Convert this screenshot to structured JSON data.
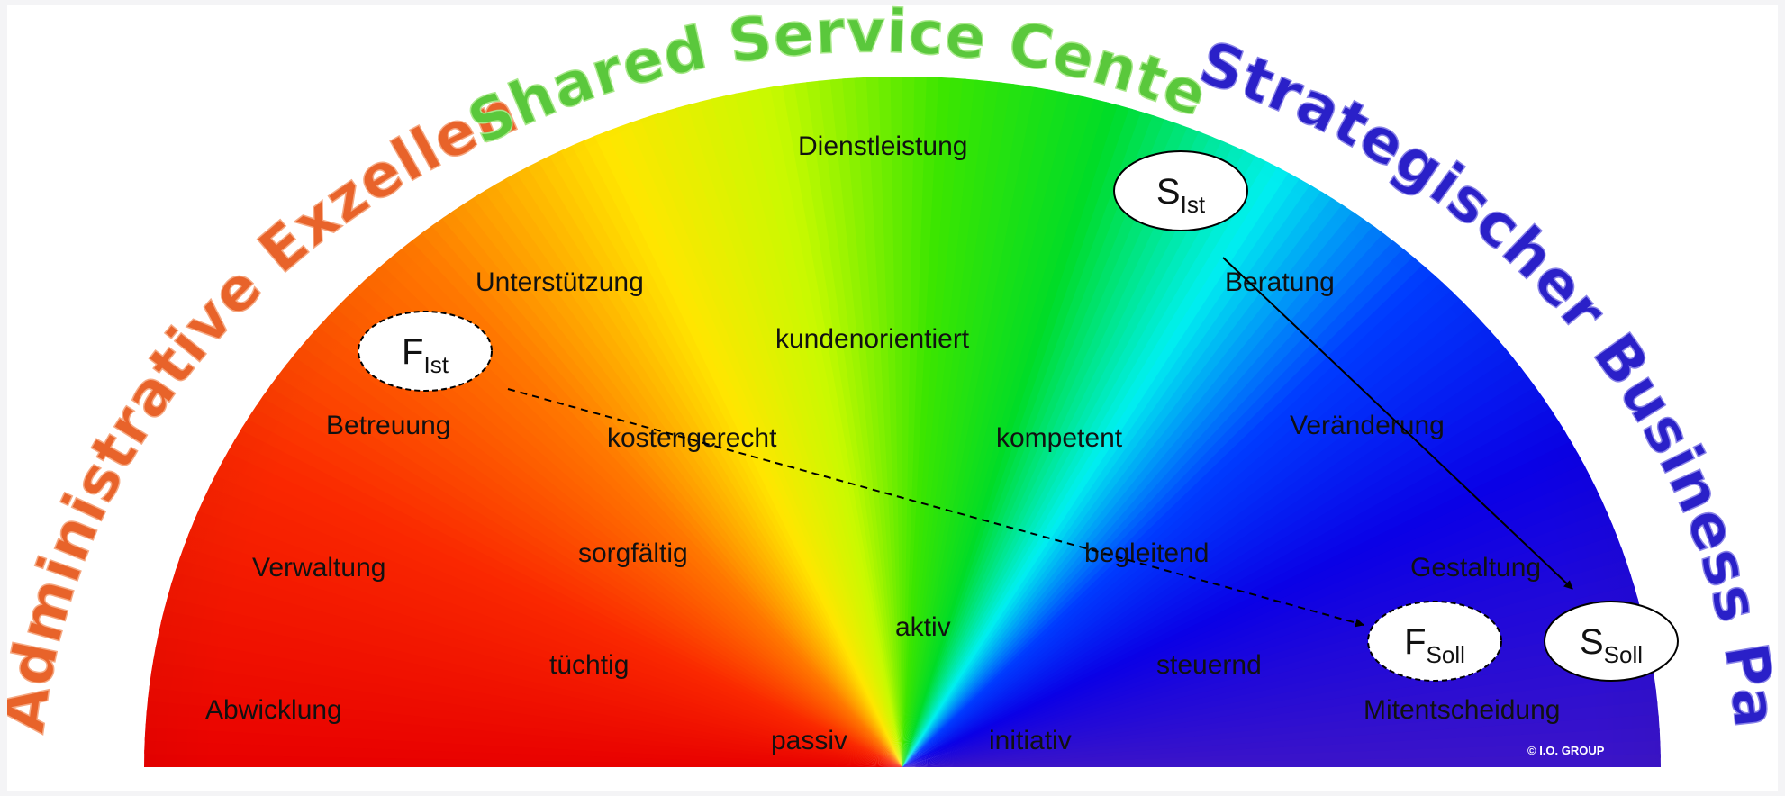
{
  "arc_labels": {
    "left": "Administrative Exzellenz",
    "middle": "Shared Service Center",
    "right": "Strategischer Business Partner"
  },
  "colors": {
    "left_label": "#e8632a",
    "middle_label": "#5ac83c",
    "right_label": "#2a20c8"
  },
  "terms": {
    "dienstleistung": "Dienstleistung",
    "unterstuetzung": "Unterstützung",
    "kundenorientiert": "kundenorientiert",
    "beratung": "Beratung",
    "betreuung": "Betreuung",
    "kostengerecht": "kostengerecht",
    "kompetent": "kompetent",
    "veraenderung": "Veränderung",
    "verwaltung": "Verwaltung",
    "sorgfaeltig": "sorgfältig",
    "begleitend": "begleitend",
    "gestaltung": "Gestaltung",
    "aktiv": "aktiv",
    "tuechtig": "tüchtig",
    "steuernd": "steuernd",
    "abwicklung": "Abwicklung",
    "mitentscheidung": "Mitentscheidung",
    "passiv": "passiv",
    "initiativ": "initiativ"
  },
  "bubbles": {
    "f_ist": {
      "letter": "F",
      "sub": "Ist"
    },
    "s_ist": {
      "letter": "S",
      "sub": "Ist"
    },
    "f_soll": {
      "letter": "F",
      "sub": "Soll"
    },
    "s_soll": {
      "letter": "S",
      "sub": "Soll"
    }
  },
  "copyright": "© I.O. GROUP"
}
